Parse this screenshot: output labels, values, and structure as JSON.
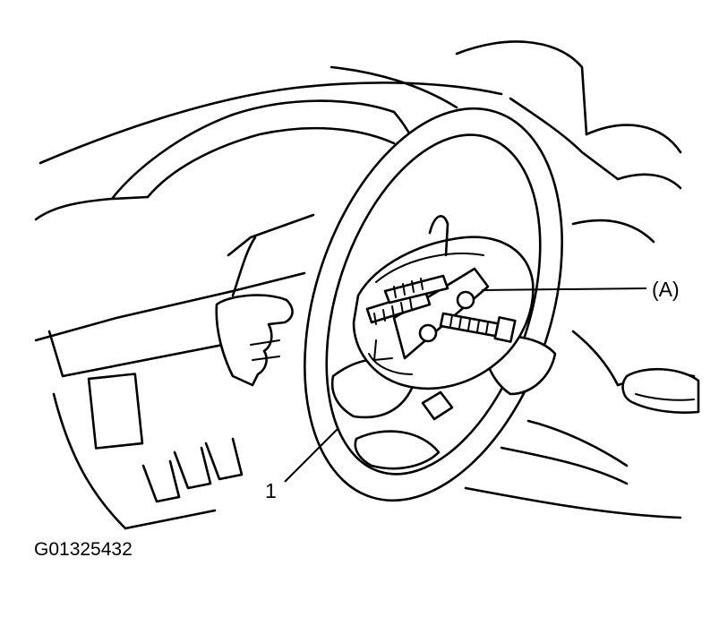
{
  "labels": {
    "part_1": "1",
    "part_a": "(A)",
    "figure_id": "G01325432"
  }
}
